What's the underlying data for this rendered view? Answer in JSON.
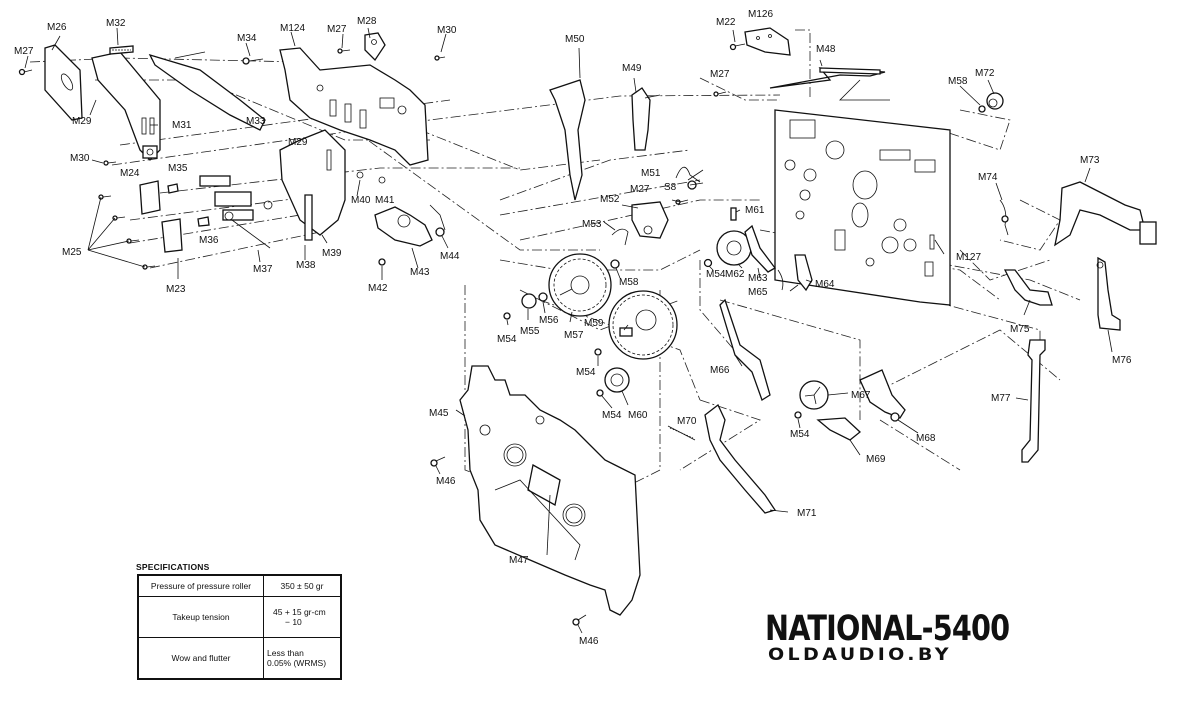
{
  "title": "NATIONAL-5400",
  "site": "OLDAUDIO.BY",
  "specifications": {
    "heading": "SPECIFICATIONS",
    "rows": [
      {
        "name": "Pressure of pressure roller",
        "value": "350 ± 50 gr",
        "value2": ""
      },
      {
        "name": "Takeup tension",
        "value": "45 + 15 gr-cm",
        "value2": "− 10"
      },
      {
        "name": "Wow and flutter",
        "value": "Less than",
        "value2": "0.05% (WRMS)"
      }
    ]
  },
  "part_labels": [
    "M27",
    "M26",
    "M32",
    "M29",
    "M31",
    "M30",
    "M33",
    "M34",
    "M124",
    "M27",
    "M28",
    "M30",
    "M24",
    "M35",
    "M25",
    "M36",
    "M23",
    "M37",
    "M38",
    "M29",
    "M39",
    "M40",
    "M41",
    "M42",
    "M43",
    "M44",
    "M50",
    "M49",
    "M22",
    "M126",
    "M48",
    "M27",
    "M58",
    "M72",
    "M51",
    "S8",
    "M27",
    "M52",
    "M53",
    "M61",
    "M54",
    "M62",
    "M63",
    "M65",
    "M64",
    "M127",
    "M74",
    "M73",
    "M75",
    "M76",
    "M58",
    "M56",
    "M55",
    "M54",
    "M57",
    "M59",
    "M54",
    "M54",
    "M60",
    "M66",
    "M67",
    "M54",
    "M68",
    "M69",
    "M70",
    "M71",
    "M77",
    "M45",
    "M46",
    "M47",
    "M46"
  ]
}
